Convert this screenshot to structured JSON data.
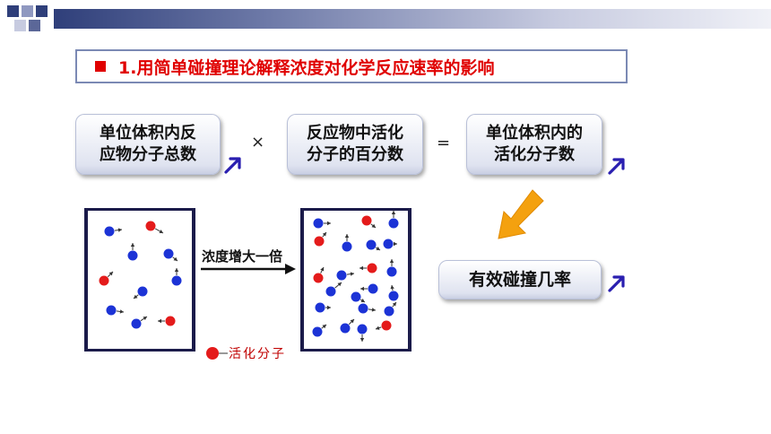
{
  "title": "1.用简单碰撞理论解释浓度对化学反应速率的影响",
  "equation": {
    "box1": [
      "单位体积内反",
      "应物分子总数"
    ],
    "times": "×",
    "box2": [
      "反应物中活化",
      "分子的百分数"
    ],
    "equals": "=",
    "box3": [
      "单位体积内的",
      "活化分子数"
    ]
  },
  "result": "有效碰撞几率",
  "arrow_label": "浓度增大一倍",
  "legend": "活化分子",
  "colors": {
    "active": "#e41b1b",
    "normal": "#1c33d6",
    "title": "#e00000",
    "increase_arrow": "#2a1fb0",
    "down_arrow": "#f4a10f"
  }
}
